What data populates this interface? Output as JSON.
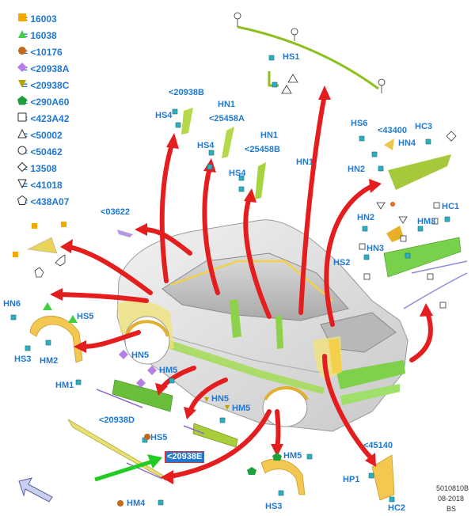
{
  "legend": [
    {
      "shape": "square",
      "color": "#f5a800",
      "text": "= 16003"
    },
    {
      "shape": "triangle-up",
      "color": "#3fcf3f",
      "text": "= 16038"
    },
    {
      "shape": "circle",
      "color": "#c06a1a",
      "text": "= <10176"
    },
    {
      "shape": "diamond",
      "color": "#b77ee8",
      "text": "= <20938A"
    },
    {
      "shape": "triangle-down",
      "color": "#b9a300",
      "text": "= <20938C"
    },
    {
      "shape": "pentagon",
      "color": "#1f9f3a",
      "text": "= <290A60"
    },
    {
      "shape": "square",
      "color": "#ffffff",
      "text": "= <423A42"
    },
    {
      "shape": "triangle-up",
      "color": "#ffffff",
      "text": "= <50002"
    },
    {
      "shape": "circle",
      "color": "#ffffff",
      "text": "= <50462"
    },
    {
      "shape": "diamond",
      "color": "#ffffff",
      "text": "= 13508"
    },
    {
      "shape": "triangle-down",
      "color": "#ffffff",
      "text": "= <41018"
    },
    {
      "shape": "pentagon",
      "color": "#ffffff",
      "text": "= <438A07"
    }
  ],
  "callouts": {
    "hs1": "HS1",
    "p20938b": "<20938B",
    "hn1_a": "HN1",
    "hs4_a": "HS4",
    "p25458a": "<25458A",
    "hn1_b": "HN1",
    "hs4_b": "HS4",
    "p25458b": "<25458B",
    "hn1_c": "HN1",
    "hs4_c": "HS4",
    "hs6": "HS6",
    "p43400": "<43400",
    "hc3": "HC3",
    "hn4": "HN4",
    "hn2_a": "HN2",
    "p03622": "<03622",
    "hc1": "HC1",
    "hn2_b": "HN2",
    "hm3": "HM3",
    "hn3": "HN3",
    "hs2": "HS2",
    "hn6": "HN6",
    "hs5_a": "HS5",
    "hs3_a": "HS3",
    "hm2": "HM2",
    "hn5_a": "HN5",
    "hm5_a": "HM5",
    "hm1": "HM1",
    "hn5_b": "HN5",
    "hm5_b": "HM5",
    "p20938d": "<20938D",
    "hs5_b": "HS5",
    "p20938e": "<20938E",
    "hm4": "HM4",
    "hm5_c": "HM5",
    "hs3_b": "HS3",
    "p45140": "<45140",
    "hp1": "HP1",
    "hc2": "HC2"
  },
  "footer": {
    "code": "5010810B",
    "date": "08-2018",
    "initials": "BS"
  }
}
